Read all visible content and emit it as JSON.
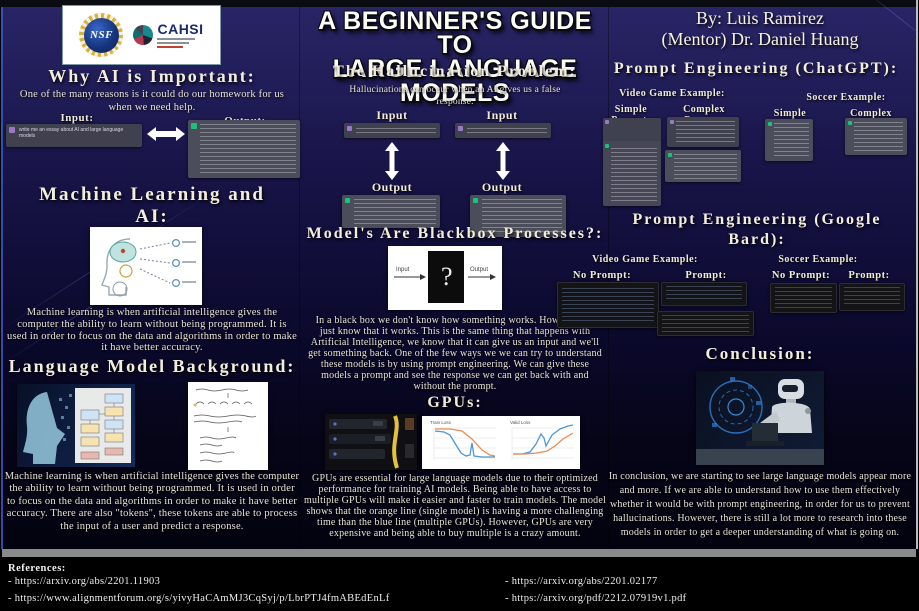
{
  "poster": {
    "title": {
      "line1": "A Beginner's Guide to",
      "line2": "Large Language Models"
    },
    "byline": {
      "line1": "By: Luis Ramirez",
      "line2": "(Mentor) Dr. Daniel Huang"
    }
  },
  "logos": {
    "nsf_text": "NSF",
    "cahsi_text": "CAHSI"
  },
  "left_column": {
    "why_ai": {
      "heading": "Why AI is Important:",
      "body": "One of the many reasons is it could do our homework for us when we need help.",
      "input_label": "Input:",
      "output_label": "Output:",
      "input_prompt": "write me an essay about AI and large language models"
    },
    "machine_learning": {
      "heading_line1": "Machine Learning and",
      "heading_line2": "AI:",
      "body": "Machine learning is when artificial intelligence gives the computer the ability to learn without being programmed. It is used in order to focus on the data and algorithms in order to make it have better accuracy."
    },
    "language_model_background": {
      "heading": "Language Model Background:",
      "body": "Machine learning is when artificial intelligence gives the computer the ability to learn without being programmed. It is used in order to focus on the data and algorithms in order to make it have better accuracy. There are also \"tokens\", these tokens are able to process the input of a user and predict a response."
    }
  },
  "center_column": {
    "hallucination": {
      "heading": "The Hallucination Problem:",
      "subtitle": "Hallucinations can occur when an AI gives us a false response.",
      "input_label": "Input",
      "output_label": "Output"
    },
    "blackbox": {
      "heading": "Model's Are Blackbox Processes?:",
      "diagram_input": "Input",
      "diagram_output": "Output",
      "diagram_symbol": "?",
      "body": "In a black box we don't know how something works. However, we just know that it works. This is the same thing that happens with Artificial Intelligence, we know that it can give us an input and we'll get something back. One of the few ways we we can try to understand these models is by using prompt engineering. We can give these models a prompt and see the response we can get back with and without the prompt."
    },
    "gpus": {
      "heading": "GPUs:",
      "chart_left_title": "Train Loss",
      "chart_right_title": "Valid Loss",
      "body": "GPUs are essential for large language models due to their optimized performance for training AI models. Being able to have access to multiple GPUs will make it easier and faster to train models. The model shows that the orange line (single model) is having a more challenging time than the blue line (multiple GPUs). However, GPUs are very expensive and being able to buy multiple is a crazy amount."
    }
  },
  "right_column": {
    "chatgpt": {
      "heading": "Prompt Engineering (ChatGPT):",
      "video_game_label": "Video Game Example:",
      "soccer_label": "Soccer Example:",
      "simple_prompt_label": "Simple Prompt:",
      "complex_prompt_label": "Complex Prompt:"
    },
    "bard": {
      "heading_line1": "Prompt Engineering (Google",
      "heading_line2": "Bard):",
      "video_game_label": "Video Game Example:",
      "soccer_label": "Soccer Example:",
      "no_prompt_label": "No Prompt:",
      "prompt_label": "Prompt:"
    },
    "conclusion": {
      "heading": "Conclusion:",
      "body": "In conclusion, we are starting to see large language models appear more and more. If we are able to understand how to use them effectively whether it would be with prompt engineering, in order for us to prevent hallucinations. However, there is still a lot more to research into these models in order to get a deeper understanding of what is going on."
    }
  },
  "references": {
    "heading": "References:",
    "links_left": [
      "- https://arxiv.org/abs/2201.11903",
      "- https://www.alignmentforum.org/s/yivyHaCAmMJ3CqSyj/p/LbrPTJ4fmABEdEnLf"
    ],
    "links_right": [
      "- https://arxiv.org/abs/2201.02177",
      "- https://arxiv.org/pdf/2212.07919v1.pdf"
    ]
  },
  "colors": {
    "background_top": "#2a2566",
    "background_bottom": "#020208",
    "heading_text": "#f3eddc",
    "body_text": "#e9e3d3",
    "chart_blue": "#4c96d7",
    "chart_orange": "#ef8a51",
    "chatgpt_green": "#19c37d",
    "accent_edge_blue": "#3a57c9"
  }
}
